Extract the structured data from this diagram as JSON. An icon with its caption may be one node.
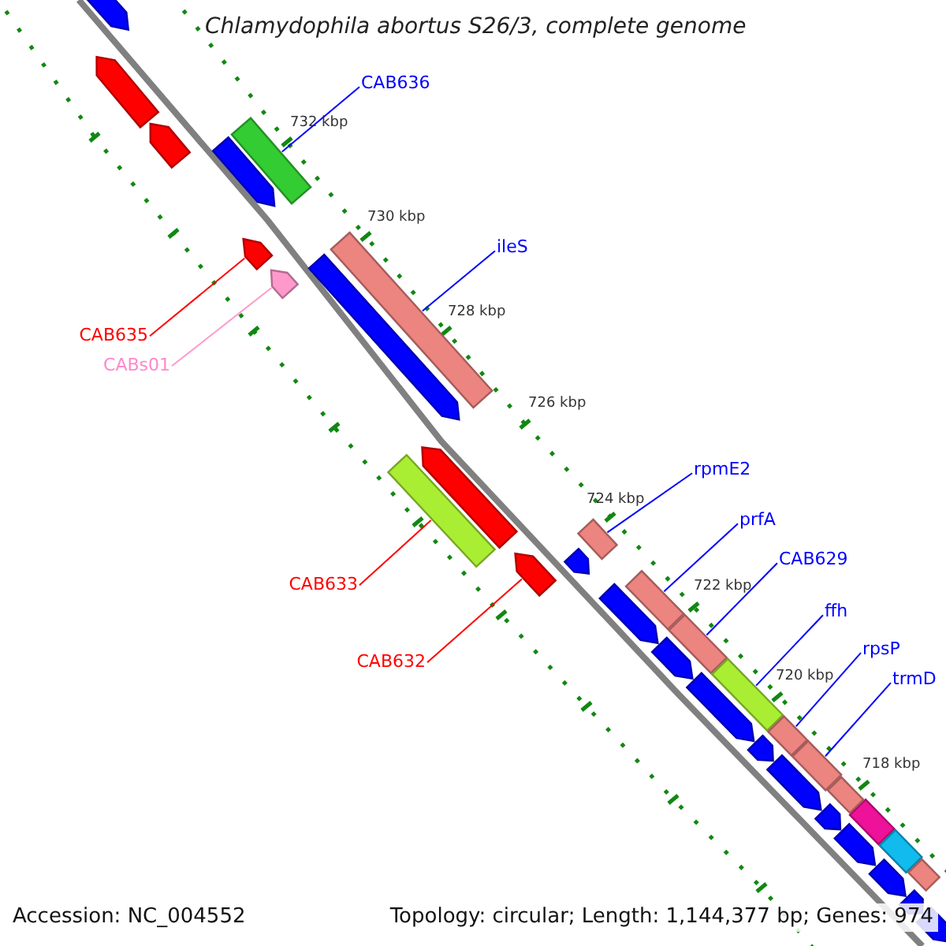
{
  "diagram": {
    "title": "Chlamydophila abortus S26/3, complete genome",
    "nodes": [
      {
        "text": [
          "CAB636"
        ]
      },
      {
        "text": [],
        "shape": "box"
      },
      {
        "text": [
          "ileS"
        ]
      },
      {
        "text": [],
        "shape": "box"
      },
      {
        "text": [
          "CAB635"
        ]
      },
      {
        "text": [],
        "shape": "arrow"
      },
      {
        "text": [
          "CABs01"
        ]
      },
      {
        "text": [],
        "shape": "arrow"
      },
      {
        "text": [
          "CAB633"
        ]
      },
      {
        "text": [],
        "shape": "box"
      },
      {
        "text": [
          "CAB632"
        ]
      },
      {
        "text": [],
        "shape": "arrow"
      },
      {
        "text": [
          "rpmE2"
        ]
      },
      {
        "text": [],
        "shape": "box"
      },
      {
        "text": [
          "prfA"
        ]
      },
      {
        "text": [],
        "shape": "box"
      },
      {
        "text": [
          "CAB629"
        ]
      },
      {
        "text": [],
        "shape": "box"
      },
      {
        "text": [
          "ffh"
        ]
      },
      {
        "text": [],
        "shape": "box"
      },
      {
        "text": [
          "rpsP"
        ]
      },
      {
        "text": [],
        "shape": "box"
      },
      {
        "text": [
          "trmD"
        ]
      },
      {
        "text": [],
        "shape": "box"
      },
      {
        "text": [],
        "shape": "arrow"
      },
      {
        "text": [],
        "shape": "arrow"
      },
      {
        "text": [],
        "shape": "arrow"
      },
      {
        "text": [],
        "shape": "arrow"
      },
      {
        "text": [],
        "shape": "arrow"
      },
      {
        "text": [],
        "shape": "arrow"
      },
      {
        "text": [],
        "shape": "arrow"
      },
      {
        "text": [],
        "shape": "box"
      },
      {
        "text": [],
        "shape": "box"
      },
      {
        "text": [],
        "shape": "box"
      },
      {
        "text": [],
        "shape": "box"
      },
      {
        "text": [],
        "shape": "arrow"
      },
      {
        "text": [],
        "shape": "arrow"
      },
      {
        "text": [],
        "shape": "arrow"
      },
      {
        "text": [],
        "shape": "arrow"
      },
      {
        "text": [],
        "shape": "arrow"
      },
      {
        "text": [],
        "shape": "arrow"
      },
      {
        "text": [],
        "shape": "arrow"
      },
      {
        "text": [],
        "shape": "arrow"
      },
      {
        "text": [],
        "shape": "arrow"
      },
      {
        "text": [],
        "shape": "arrow"
      }
    ],
    "edges": [
      {
        "from": 0,
        "to": 1,
        "arrow": "none"
      },
      {
        "from": 2,
        "to": 3,
        "arrow": "none"
      },
      {
        "from": 4,
        "to": 5,
        "arrow": "none",
        "color": "#ff0000"
      },
      {
        "from": 6,
        "to": 7,
        "arrow": "none",
        "color": "#ff99cc"
      },
      {
        "from": 8,
        "to": 9,
        "arrow": "none",
        "color": "#ff0000"
      },
      {
        "from": 10,
        "to": 11,
        "arrow": "none",
        "color": "#ff0000"
      },
      {
        "from": 12,
        "to": 13,
        "arrow": "none"
      },
      {
        "from": 14,
        "to": 15,
        "arrow": "none"
      },
      {
        "from": 16,
        "to": 17,
        "arrow": "none"
      },
      {
        "from": 18,
        "to": 19,
        "arrow": "none"
      },
      {
        "from": 20,
        "to": 21,
        "arrow": "none"
      },
      {
        "from": 22,
        "to": 23,
        "arrow": "none"
      }
    ],
    "labels": [
      "732 kbp",
      "730 kbp",
      "728 kbp",
      "726 kbp",
      "724 kbp",
      "722 kbp",
      "720 kbp",
      "718 kbp",
      "Accession: NC_004552",
      "Topology: circular; Length: 1,144,377 bp; Genes: 974"
    ]
  }
}
